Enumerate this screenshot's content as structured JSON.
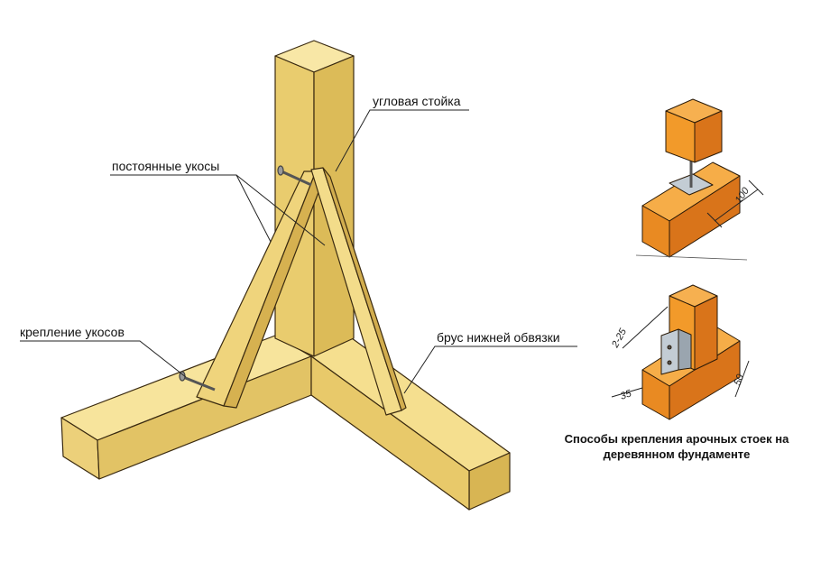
{
  "labels": {
    "corner_post": "угловая стойка",
    "permanent_braces": "постоянные укосы",
    "brace_fastening": "крепление укосов",
    "bottom_beam": "брус нижней обвязки"
  },
  "detail_dimensions": {
    "top_detail": "100",
    "bottom_detail_bracket": "2-25",
    "bottom_detail_left": "35",
    "bottom_detail_right": "50"
  },
  "caption": {
    "line1": "Способы крепления арочных стоек на",
    "line2": "деревянном фундаменте"
  },
  "colors": {
    "wood_light": "#f5df8f",
    "wood_mid": "#e8c96a",
    "wood_dark": "#d2ad4e",
    "detail_wood": "#f29a2a",
    "detail_wood_dark": "#d9741a",
    "metal": "#b9c3cc",
    "line": "#3a2a10"
  }
}
